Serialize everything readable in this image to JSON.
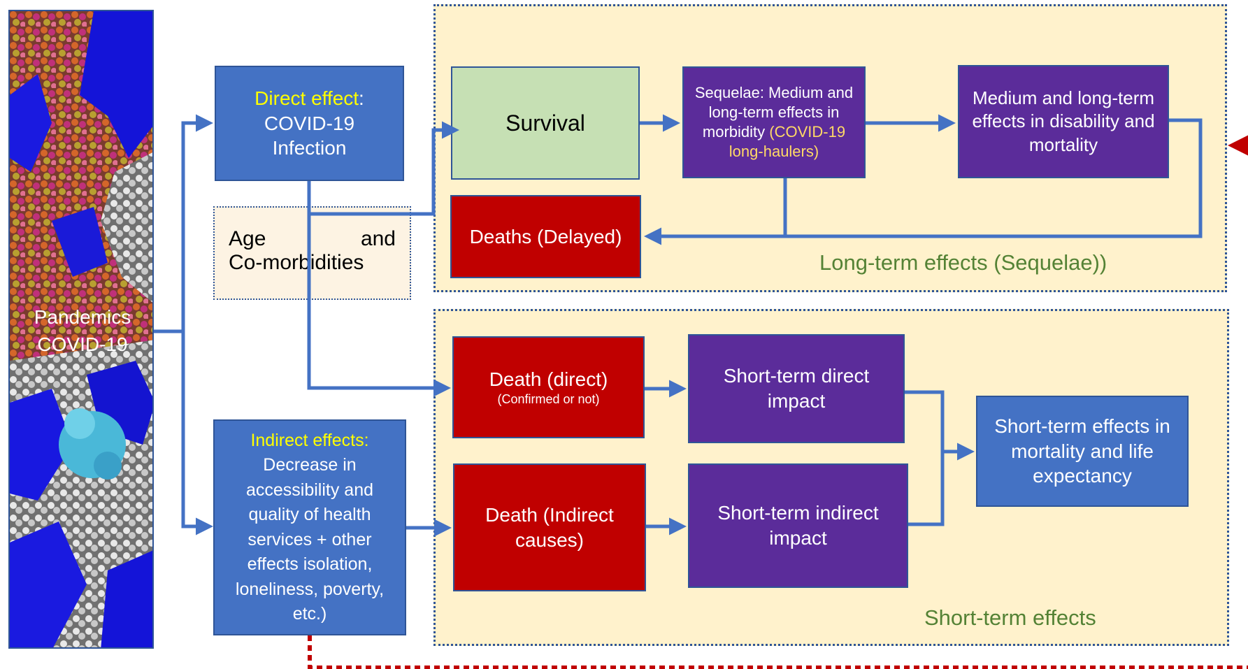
{
  "pandemic": {
    "line1": "Pandemics",
    "line2": "COVID-19"
  },
  "direct": {
    "label": "Direct effect",
    "colon": ":",
    "line2": "COVID-19",
    "line3": "Infection"
  },
  "age": {
    "line1a": "Age",
    "line1b": "and",
    "line2": "Co-morbidities"
  },
  "indirect": {
    "label": "Indirect effects:",
    "body": "Decrease in accessibility and quality of health services + other effects isolation, loneliness, poverty, etc.)"
  },
  "survival": {
    "label": "Survival"
  },
  "sequelae": {
    "text": "Sequelae: Medium and long-term effects in morbidity",
    "highlight": "(COVID-19 long-haulers)"
  },
  "medium_long": {
    "label": "Medium and long-term effects in disability and mortality"
  },
  "deaths_delayed": {
    "label": "Deaths (Delayed)"
  },
  "long_term_label": "Long-term effects (Sequelae))",
  "death_direct": {
    "label": "Death (direct)",
    "sub": "(Confirmed or not)"
  },
  "death_indirect": {
    "label": "Death (Indirect causes)"
  },
  "st_direct": {
    "label": "Short-term direct impact"
  },
  "st_indirect": {
    "label": "Short-term indirect impact"
  },
  "st_effects": {
    "label": "Short-term effects in mortality and life expectancy"
  },
  "short_term_label": "Short-term effects",
  "colors": {
    "blue": "#4472c4",
    "purple": "#5b2c9a",
    "red": "#c00000",
    "green": "#c6e0b4",
    "region": "#fff2cc",
    "arrow": "#4472c4",
    "dotted_red": "#c00000",
    "highlight_yellow": "#ffff00"
  }
}
